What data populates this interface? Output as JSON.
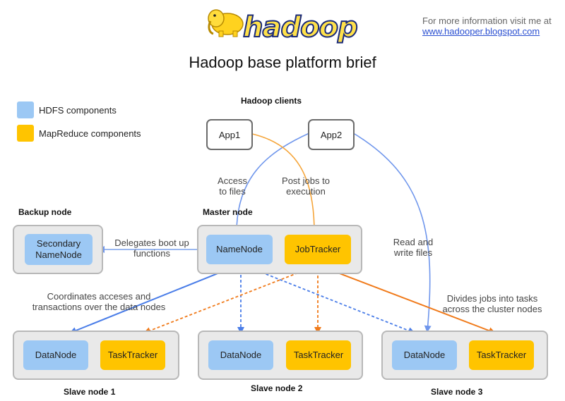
{
  "header": {
    "logo_text": "hadoop",
    "info_line": "For more information visit me at",
    "info_link": "www.hadooper.blogspot.com",
    "title": "Hadoop base platform brief"
  },
  "legend": [
    {
      "label": "HDFS components",
      "color": "#9cc8f4"
    },
    {
      "label": "MapReduce components",
      "color": "#ffc400"
    }
  ],
  "clients": {
    "heading": "Hadoop clients",
    "apps": [
      "App1",
      "App2"
    ]
  },
  "backup_node": {
    "heading": "Backup node",
    "component": "Secondary NameNode"
  },
  "master_node": {
    "heading": "Master node",
    "namenode": "NameNode",
    "jobtracker": "JobTracker"
  },
  "slaves": [
    {
      "heading": "Slave node 1",
      "datanode": "DataNode",
      "tasktracker": "TaskTracker"
    },
    {
      "heading": "Slave node 2",
      "datanode": "DataNode",
      "tasktracker": "TaskTracker"
    },
    {
      "heading": "Slave node 3",
      "datanode": "DataNode",
      "tasktracker": "TaskTracker"
    }
  ],
  "edge_labels": {
    "access_files": "Access to files",
    "post_jobs": "Post jobs to execution",
    "read_write": "Read and write files",
    "delegates": "Delegates boot up functions",
    "coordinates": "Coordinates acceses and transactions over the data nodes",
    "divides": "Divides jobs into tasks across the cluster nodes"
  },
  "colors": {
    "hdfs_arrow": "#4a7de8",
    "mr_arrow": "#f07a1a",
    "client_hdfs_arrow": "#7da2ee",
    "client_mr_arrow": "#f5a53a"
  }
}
